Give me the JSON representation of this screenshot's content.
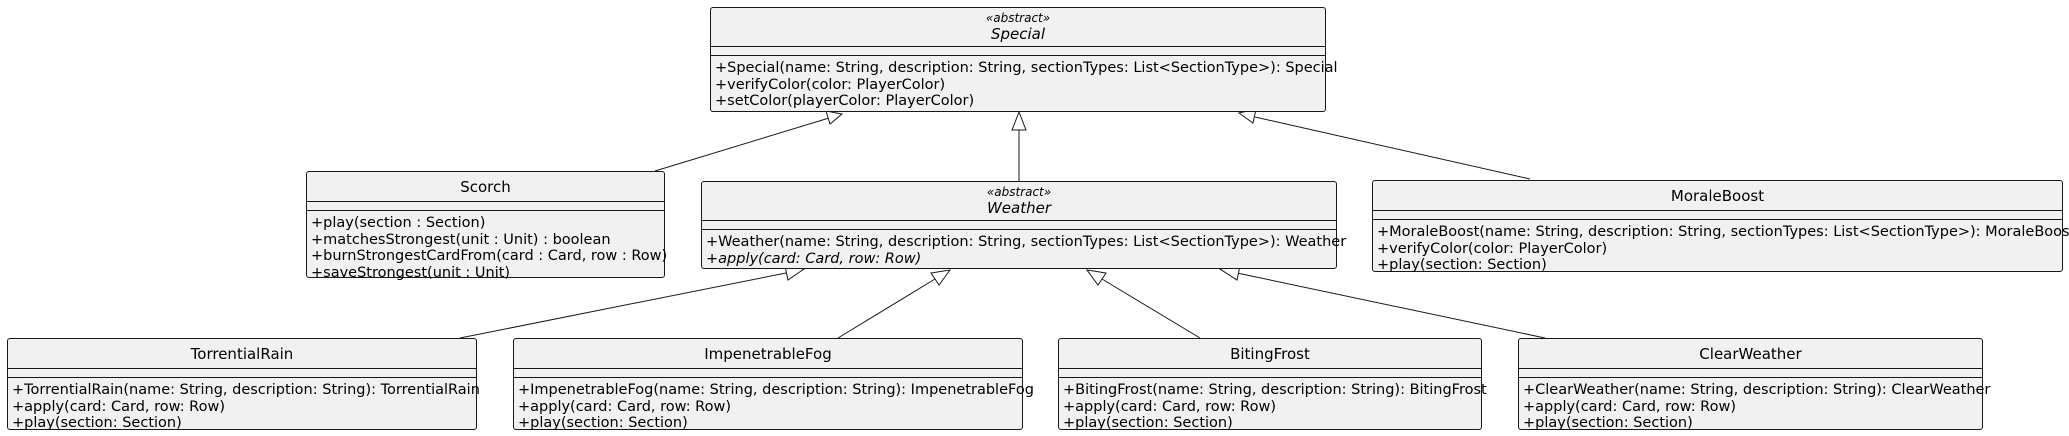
{
  "diagram": {
    "classes": {
      "special": {
        "stereotype": "«abstract»",
        "name": "Special",
        "methods": [
          "+Special(name: String, description: String, sectionTypes: List<SectionType>): Special",
          "+verifyColor(color: PlayerColor)",
          "+setColor(playerColor: PlayerColor)"
        ]
      },
      "scorch": {
        "name": "Scorch",
        "methods": [
          "+play(section : Section)",
          "+matchesStrongest(unit : Unit) : boolean",
          "+burnStrongestCardFrom(card : Card, row : Row)",
          "+saveStrongest(unit : Unit)"
        ]
      },
      "weather": {
        "stereotype": "«abstract»",
        "name": "Weather",
        "methods": [
          "+Weather(name: String, description: String, sectionTypes: List<SectionType>): Weather",
          "+apply(card: Card, row: Row)"
        ]
      },
      "moraleboost": {
        "name": "MoraleBoost",
        "methods": [
          "+MoraleBoost(name: String, description: String, sectionTypes: List<SectionType>): MoraleBoost",
          "+verifyColor(color: PlayerColor)",
          "+play(section: Section)"
        ]
      },
      "torrentialrain": {
        "name": "TorrentialRain",
        "methods": [
          "+TorrentialRain(name: String, description: String): TorrentialRain",
          "+apply(card: Card, row: Row)",
          "+play(section: Section)"
        ]
      },
      "impenetrablefog": {
        "name": "ImpenetrableFog",
        "methods": [
          "+ImpenetrableFog(name: String, description: String): ImpenetrableFog",
          "+apply(card: Card, row: Row)",
          "+play(section: Section)"
        ]
      },
      "bitingfrost": {
        "name": "BitingFrost",
        "methods": [
          "+BitingFrost(name: String, description: String): BitingFrost",
          "+apply(card: Card, row: Row)",
          "+play(section: Section)"
        ]
      },
      "clearweather": {
        "name": "ClearWeather",
        "methods": [
          "+ClearWeather(name: String, description: String): ClearWeather",
          "+apply(card: Card, row: Row)",
          "+play(section: Section)"
        ]
      }
    },
    "generalizations": [
      {
        "child": "Scorch",
        "parent": "Special"
      },
      {
        "child": "Weather",
        "parent": "Special"
      },
      {
        "child": "MoraleBoost",
        "parent": "Special"
      },
      {
        "child": "TorrentialRain",
        "parent": "Weather"
      },
      {
        "child": "ImpenetrableFog",
        "parent": "Weather"
      },
      {
        "child": "BitingFrost",
        "parent": "Weather"
      },
      {
        "child": "ClearWeather",
        "parent": "Weather"
      }
    ],
    "colors": {
      "box_fill": "#f1f1f1",
      "stroke": "#181818",
      "background": "#ffffff"
    }
  }
}
